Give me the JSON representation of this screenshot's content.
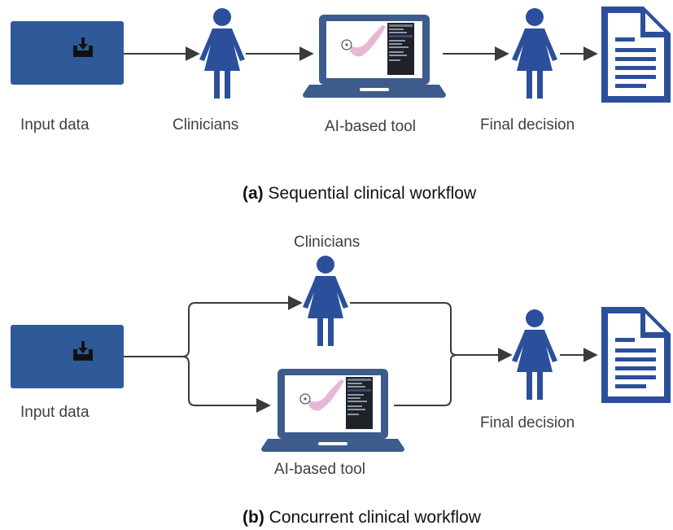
{
  "panel_a": {
    "labels": {
      "input": "Input data",
      "clinicians": "Clinicians",
      "tool": "AI-based tool",
      "decision": "Final decision"
    },
    "caption_tag": "(a)",
    "caption_text": "Sequential clinical workflow"
  },
  "panel_b": {
    "labels": {
      "input": "Input data",
      "clinicians": "Clinicians",
      "tool": "AI-based tool",
      "decision": "Final decision"
    },
    "caption_tag": "(b)",
    "caption_text": "Concurrent clinical workflow"
  },
  "colors": {
    "box_fill": "#2f5a9a",
    "icon_blue": "#2b4f9a",
    "laptop_body": "#3d5c8c",
    "arrow": "#3a3a3a"
  },
  "icons": [
    "download-icon",
    "person-icon",
    "laptop-icon",
    "document-icon"
  ]
}
